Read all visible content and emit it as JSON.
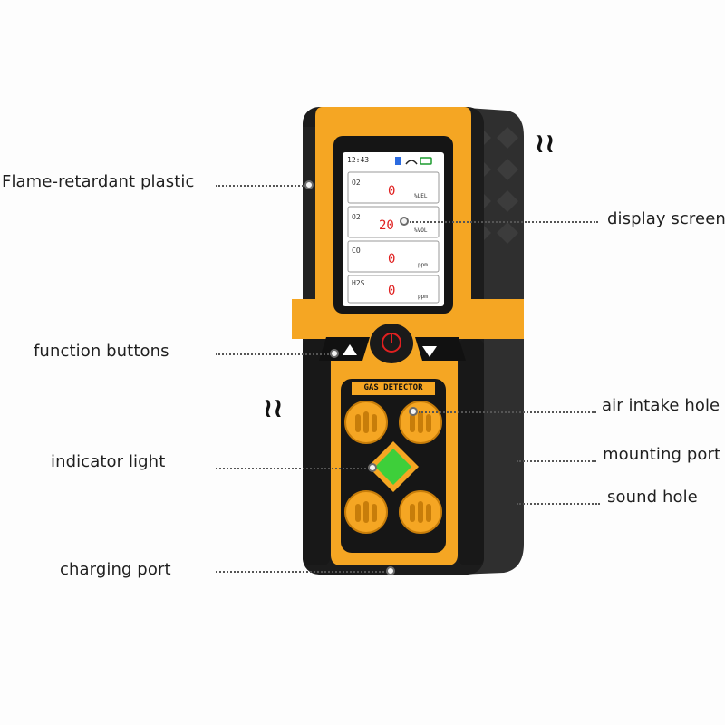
{
  "labels": {
    "flame_retardant_plastic": "Flame-retardant plastic",
    "function_buttons": "function buttons",
    "indicator_light": "indicator light",
    "charging_port": "charging port",
    "display_screen": "display screen",
    "air_intake_hole": "air intake hole",
    "mounting_port": "mounting port",
    "sound_hole": "sound hole"
  },
  "device": {
    "panel_label": "GAS DETECTOR",
    "screen": {
      "time": "12:43",
      "rows": [
        {
          "gas": "O2",
          "value": "0",
          "unit": "%LEL"
        },
        {
          "gas": "O2",
          "value": "20",
          "unit": "%VOL"
        },
        {
          "gas": "CO",
          "value": "0",
          "unit": "ppm"
        },
        {
          "gas": "H2S",
          "value": "0",
          "unit": "ppm"
        }
      ]
    }
  },
  "colors": {
    "body_orange": "#f5a623",
    "casing_black": "#1c1c1c",
    "grey_rubber": "#2e2e2e",
    "indicator_green": "#3ecf3a",
    "value_red": "#e02020",
    "screen_bg": "#ffffff"
  }
}
